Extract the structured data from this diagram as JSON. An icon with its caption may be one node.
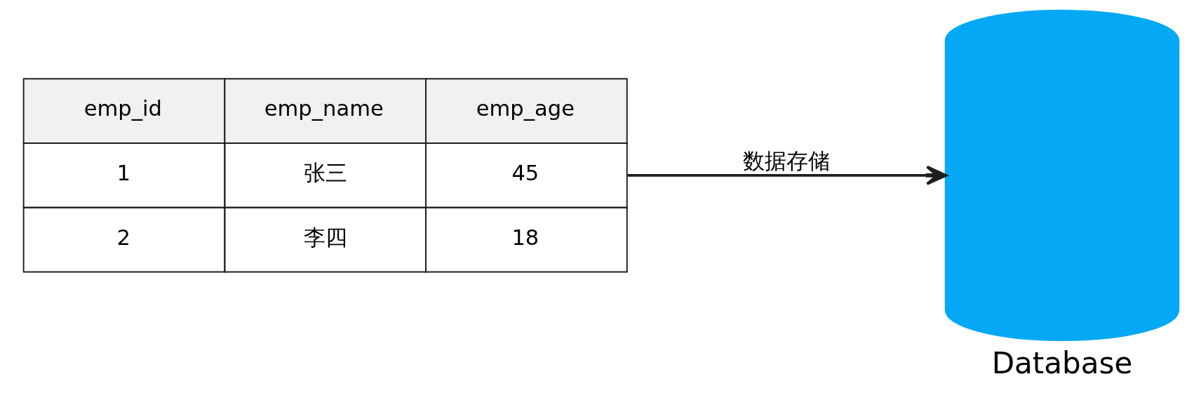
{
  "diagram": {
    "nodes": [
      {
        "text": [
          "emp_id",
          "emp_name",
          "emp_age",
          "1",
          "张三",
          "45",
          "2",
          "李四",
          "18"
        ]
      },
      {
        "text": [],
        "shape": "cylinder",
        "beside": [
          "Database"
        ]
      }
    ],
    "edges": [
      {
        "from": 0,
        "to": 1,
        "arrow": "to",
        "label": "数据存储"
      }
    ]
  }
}
